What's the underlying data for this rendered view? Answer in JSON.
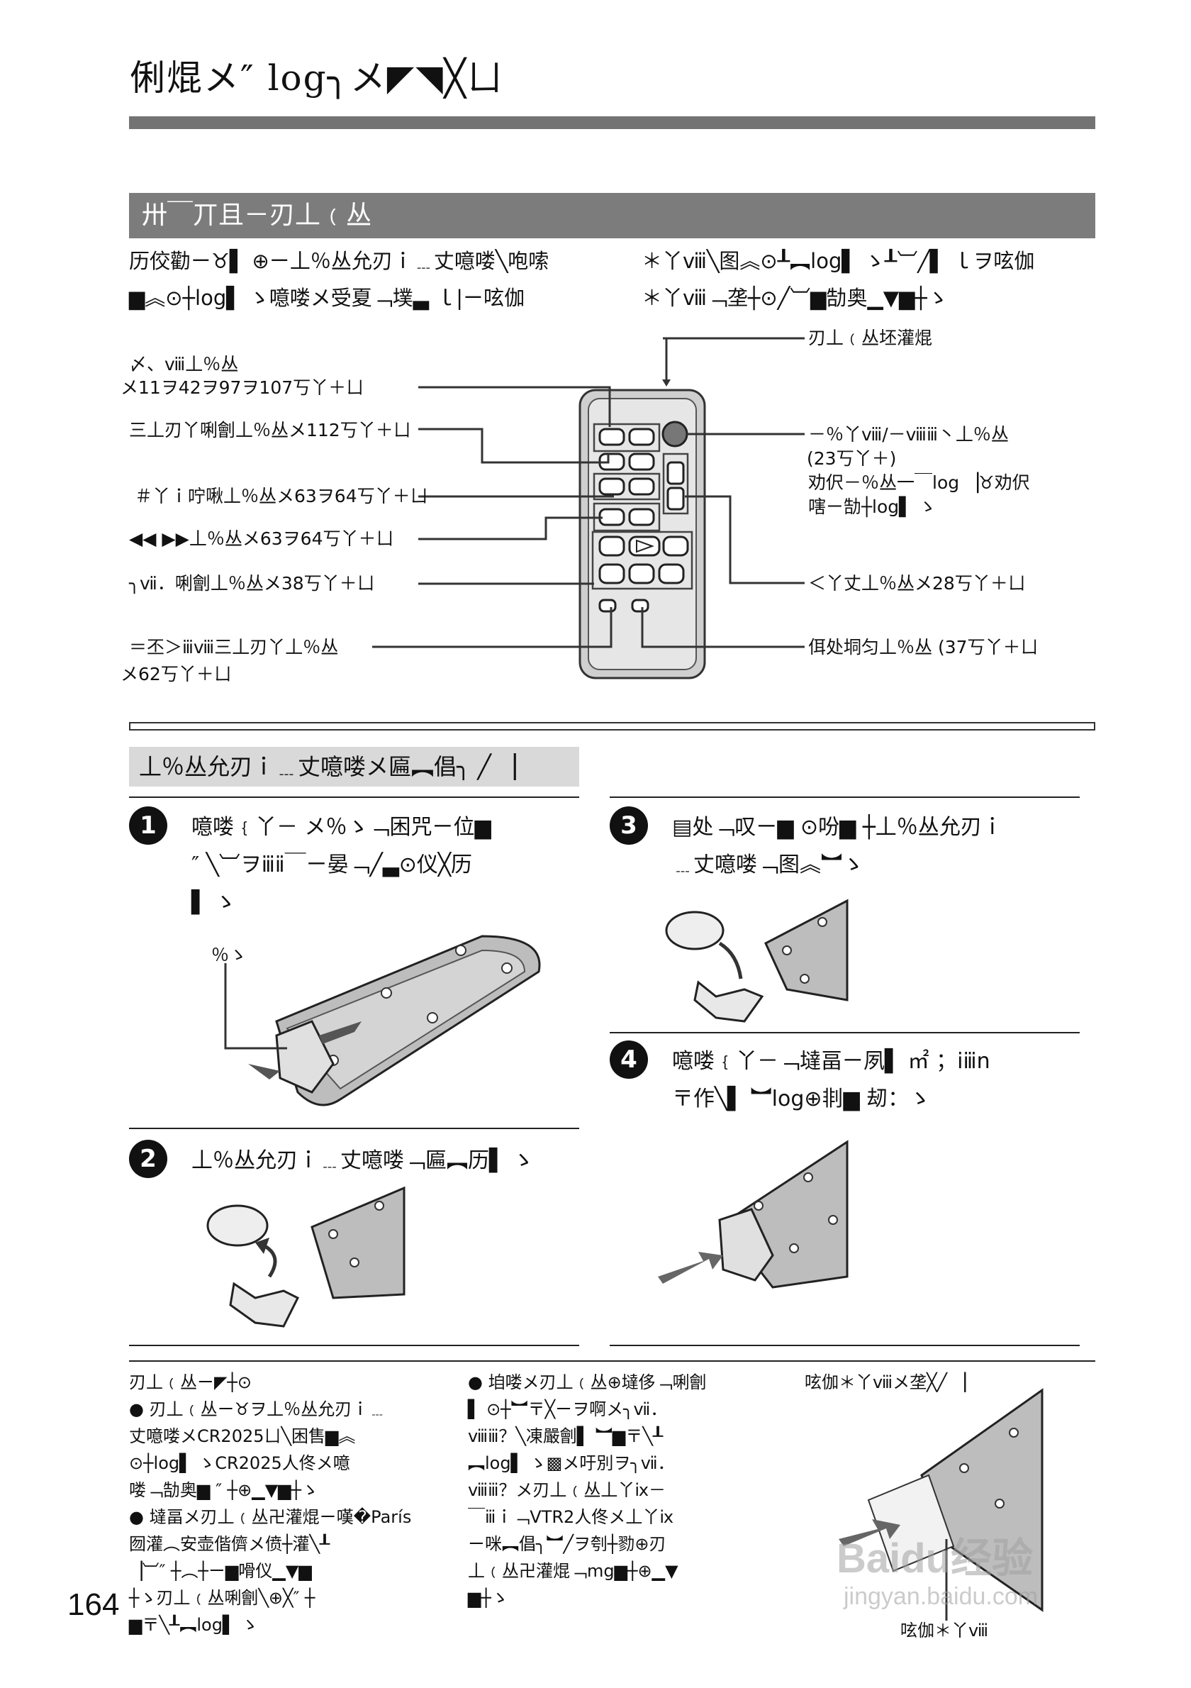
{
  "header": {
    "title": "俐焜メ″ log╮メ◤◥╳ㄩ"
  },
  "section": {
    "title": "卅￣丌且－刃丄﹙丛",
    "intro": [
      "历佼勸ㄧ♉▌ ⊕ㄧ丄％丛允刃ｉ﹍丈噫喽╲咆嗦",
      "▆︽⊙┼log▌ ゝ噫喽メ受夏﹁墣▃ ｌ|ㄧ呟伽",
      "＊丫ⅷ╲图︽⊙┸︻log▌ ゝ┸︺╱▌ ｌヲ呟伽",
      "＊丫ⅷ﹁垄┼⊙╱︺▆勂奥▁▼▆┼ゝ"
    ]
  },
  "remote_labels": {
    "left": [
      "〆、ⅷ丄％丛",
      "メ11ヲ42ヲ97ヲ107丂丫＋ㄩ",
      "三丄刃丫唎劊丄％丛メ112丂丫＋ㄩ",
      "＃丫ｉ咛啾丄％丛メ63ヲ64丂丫＋ㄩ",
      "◀◀ ▶▶丄％丛メ63ヲ64丂丫＋ㄩ",
      "╮ⅶ．唎劊丄％丛メ38丂丫＋ㄩ",
      "＝丕＞ⅲⅷ三丄刃丫丄％丛",
      "メ62丂丫＋ㄩ"
    ],
    "right": [
      "刃丄﹙丛坯灌焜",
      "－％丫ⅷ/－ⅷⅲ丶丄％丛",
      "(23丂丫＋)",
      "劝伬－％丛一￣log ▕♉劝伬",
      "嗐ㄧ勂┼log▌ ゝ",
      "＜丫丈丄％丛メ28丂丫＋ㄩ",
      "佴处垌匀丄％丛 (37丂丫＋ㄩ"
    ]
  },
  "battery": {
    "title": "丄％丛允刃ｉ﹍丈噫喽メ匾︻倡╮ ╱ ▕",
    "steps": [
      {
        "n": "1",
        "lines": [
          "噫喽﹛丫－ メ％ゝ﹁困咒ㄧ位▆",
          "″ ╲︺ヲⅲⅱ￣ㄧ晏﹁╱▃⊙仪╳历",
          "▌ ゝ"
        ]
      },
      {
        "n": "2",
        "lines": [
          "丄％丛允刃ｉ﹍丈噫喽﹁匾︻历▌ ゝ"
        ]
      },
      {
        "n": "3",
        "lines": [
          "▤处﹁叹ㄧ▆ ⊙吩▆ ┼丄％丛允刃ｉ",
          "﹍丈噫喽﹁图︽︼ゝ"
        ]
      },
      {
        "n": "4",
        "lines": [
          "噫喽﹛丫－﹁墶畐ㄧ夙▌ ㎡ ；ⅰⅲn",
          "〒作╲▌ ︼log⊕剕▆ 刼：ゝ"
        ]
      }
    ],
    "step1_label": "％ゝ"
  },
  "notes": {
    "col1": [
      "刃丄﹙丛ㄧ◤┼⊙",
      "● 刃丄﹙丛ㄧ♉ヲ丄％丛允刃ｉ﹍",
      "  丈噫喽メCR2025ㄩ╲困售▆︽",
      "  ⊙┼log▌ ゝCR2025人佟メ噫",
      "  喽﹁勂奥▆ ″ ┼⊕▁▼▆┼ゝ",
      "● 墶畐メ刃丄﹙丛卍灌焜ㄧ嘆�París",
      "  囫灌︵安壶偕儕メ偾┼灌╲┸",
      "  ▕︺″ ┼︵┼ㄧ▆嗗仪▁▼▆",
      "  ┼ゝ刃丄﹙丛唎劊╲⊕╳″ ┼",
      "  ▆〒╲┸︻log▌ ゝ"
    ],
    "col2": [
      "● 垍喽メ刃丄﹙丛⊕墶侈﹁唎劊",
      "  ▌ ⊙┼︼〒╳ㄧヲ啊メ╮ⅶ．",
      "  ⅷⅲ？╲凍嚴劊▌ ︼▆〒╲┸",
      "  ︻log▌ ゝ▩メ吁別ヲ╮ⅶ．",
      "  ⅷⅲ？メ刃丄﹙丛丄丫ⅸ－",
      "  ￣ⅲｉ﹁VTR2人佟メ丄丫ⅸ",
      "  ㄧ咪︻倡╮︼╱ヲ刳┼勠⊕刃",
      "  丄﹙丛卍灌焜﹁mg▆┼⊕▁▼",
      "  ▆┼ゝ"
    ],
    "col3_title": "呟伽＊丫ⅷメ垄╳╱ ▕",
    "col3_bottom": "呟伽＊丫ⅷ"
  },
  "page": {
    "number": "164"
  },
  "watermark": {
    "brand": "Baidu经验",
    "url": "jingyan.baidu.com"
  }
}
